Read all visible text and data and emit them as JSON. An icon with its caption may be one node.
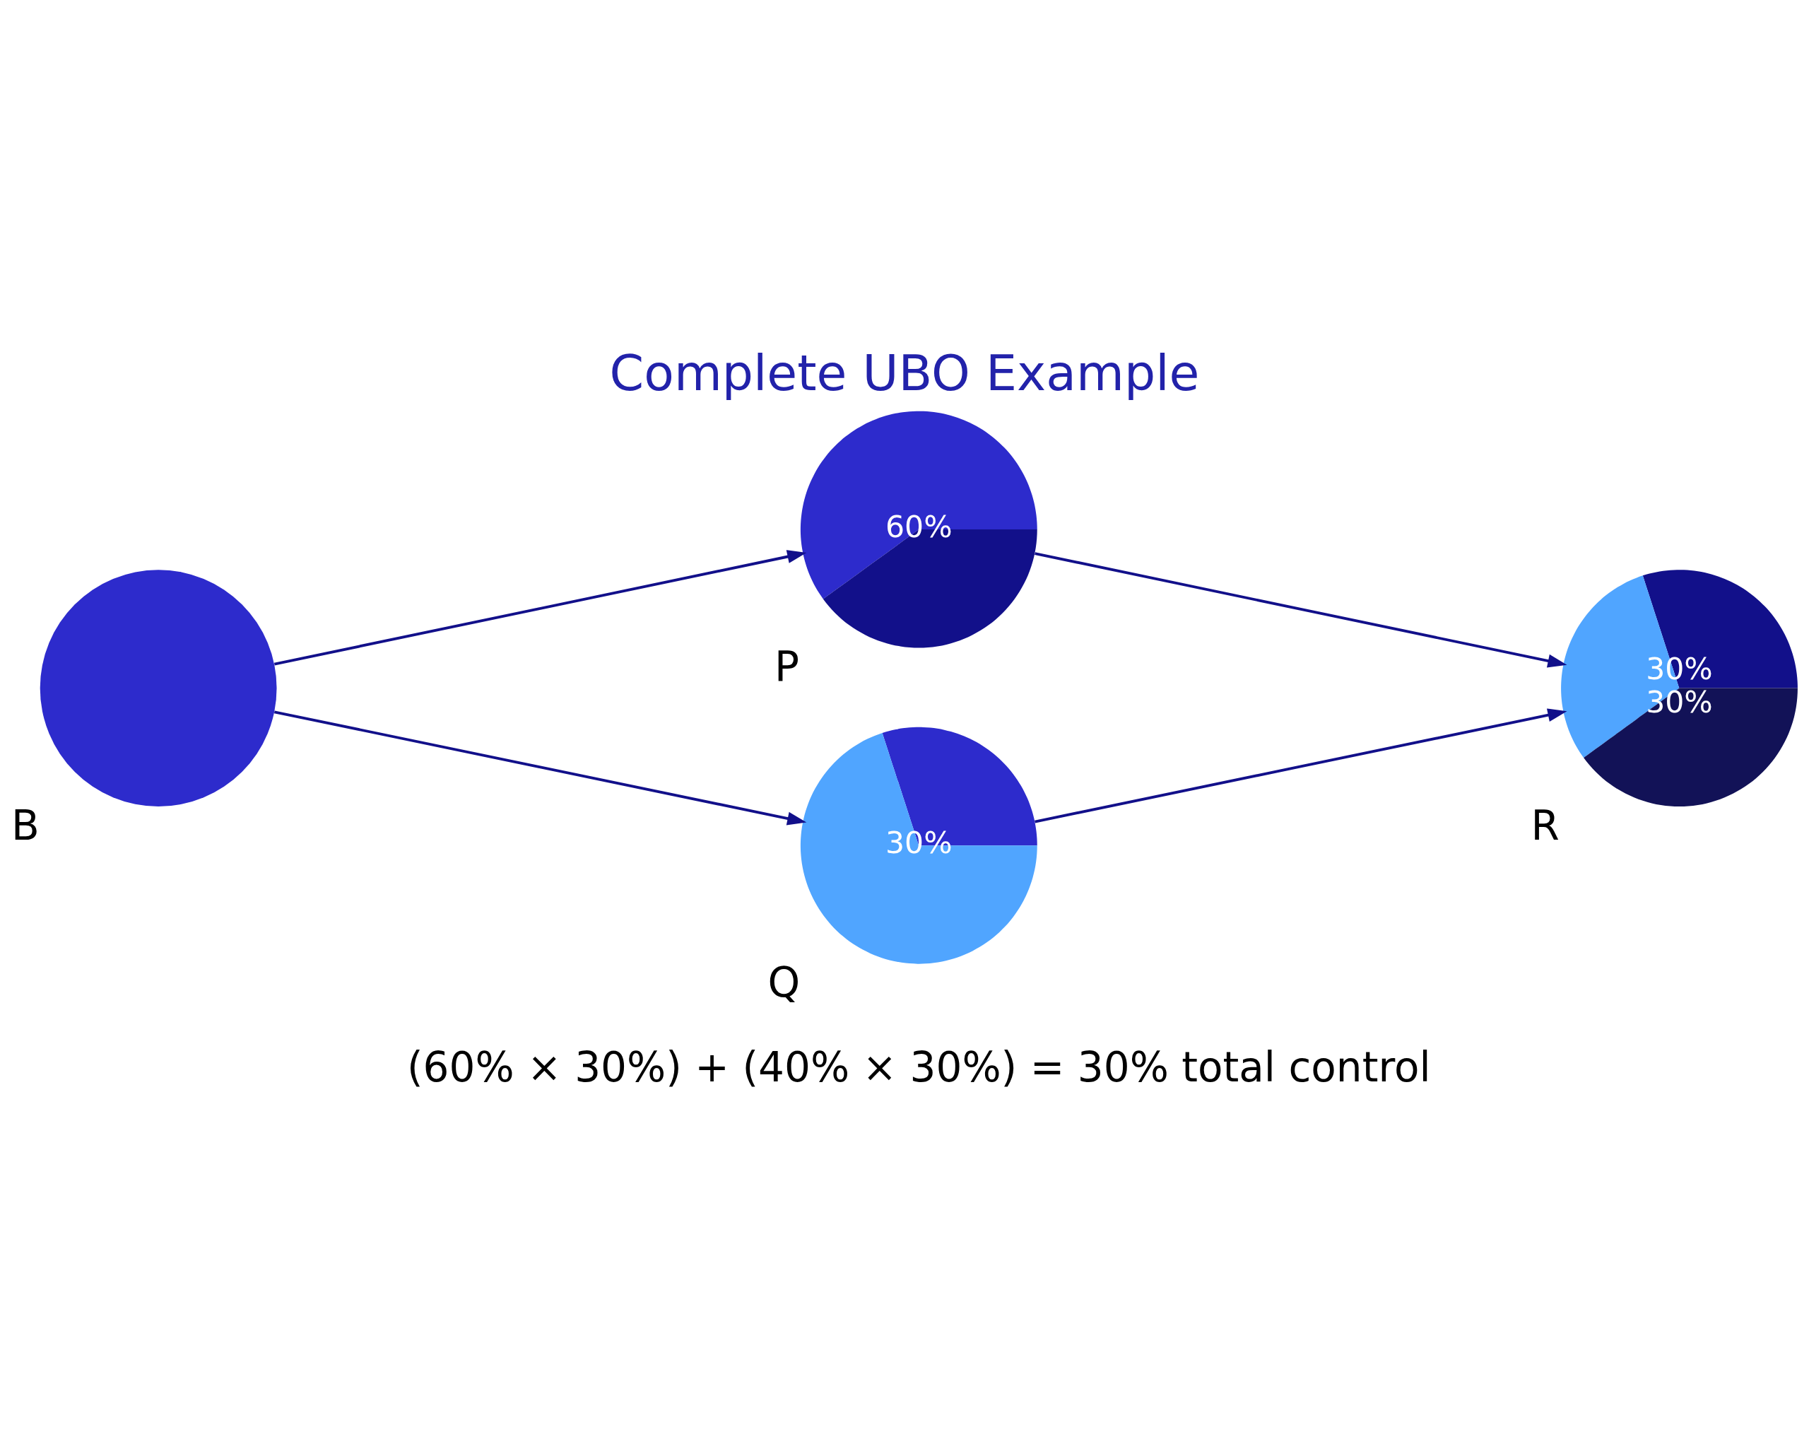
{
  "diagram": {
    "title": "Complete UBO Example",
    "nodes": [
      {
        "text": [],
        "shape": "circle",
        "beside": [
          "B"
        ]
      },
      {
        "text": [
          "60%"
        ],
        "beside": [
          "P"
        ]
      },
      {
        "text": [
          "30%"
        ],
        "beside": [
          "Q"
        ]
      },
      {
        "text": [
          "30%",
          "30%"
        ],
        "beside": [
          "R"
        ]
      }
    ],
    "edges": [
      {
        "from": 0,
        "to": 1,
        "arrow": "to"
      },
      {
        "from": 0,
        "to": 2,
        "arrow": "to"
      },
      {
        "from": 1,
        "to": 3,
        "arrow": "to"
      },
      {
        "from": 2,
        "to": 3,
        "arrow": "to"
      }
    ],
    "labels": [
      "(60% × 30%) + (40% × 30%) = 30% total control"
    ]
  }
}
